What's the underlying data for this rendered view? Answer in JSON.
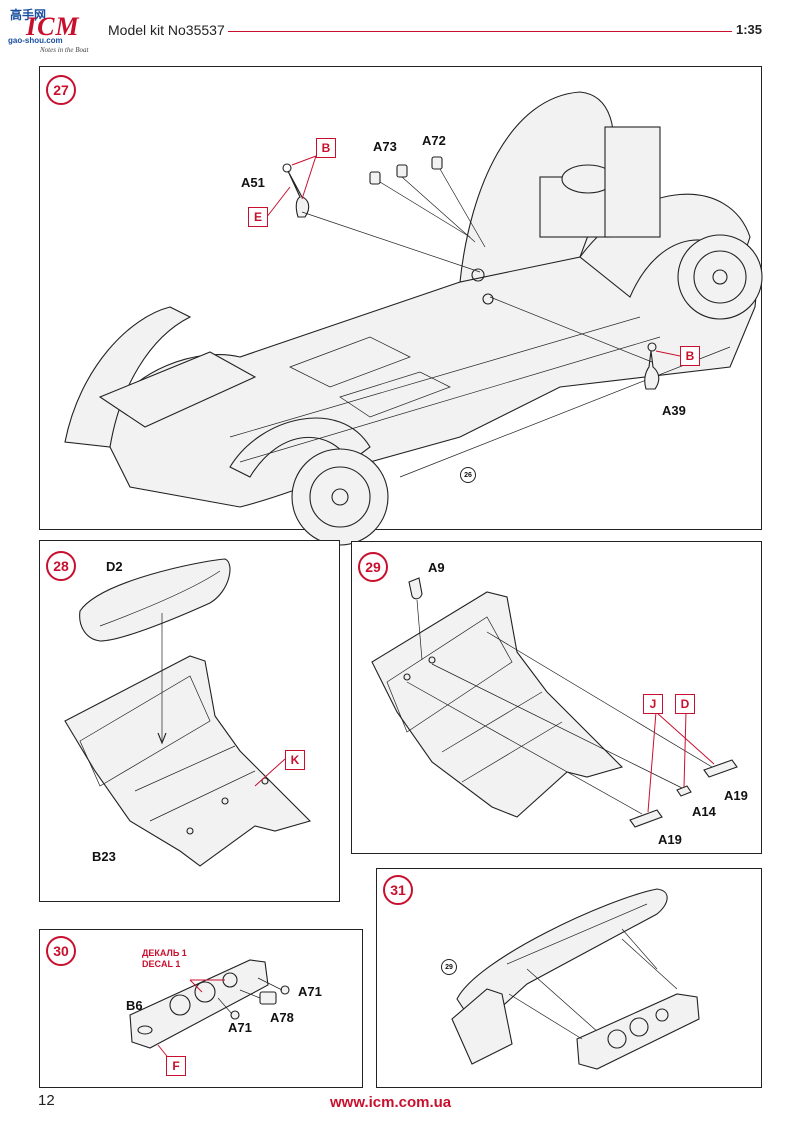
{
  "header": {
    "logo_brand": "ICM",
    "logo_site_top": "高手网",
    "logo_site_bottom": "gao-shou.com",
    "logo_tagline": "Notes in the Boat",
    "title": "Model kit No35537",
    "scale": "1:35"
  },
  "steps": [
    {
      "number": "27",
      "parts": [
        "A51",
        "A73",
        "A72",
        "A39"
      ],
      "color_codes": [
        "B",
        "E",
        "B"
      ],
      "ref_step": "26"
    },
    {
      "number": "28",
      "parts": [
        "D2",
        "B23"
      ],
      "color_codes": [
        "K"
      ]
    },
    {
      "number": "29",
      "parts": [
        "A9",
        "A14",
        "A19",
        "A19"
      ],
      "color_codes": [
        "J",
        "D"
      ]
    },
    {
      "number": "30",
      "parts": [
        "B6",
        "A71",
        "A71",
        "A78"
      ],
      "color_codes": [
        "F"
      ],
      "decal_lines": [
        "ДЕКАЛЬ 1",
        "DECAL 1"
      ]
    },
    {
      "number": "31",
      "ref_step": "29"
    }
  ],
  "footer": {
    "page_number": "12",
    "url": "www.icm.com.ua"
  },
  "colors": {
    "accent": "#c8102e",
    "line": "#222222"
  }
}
